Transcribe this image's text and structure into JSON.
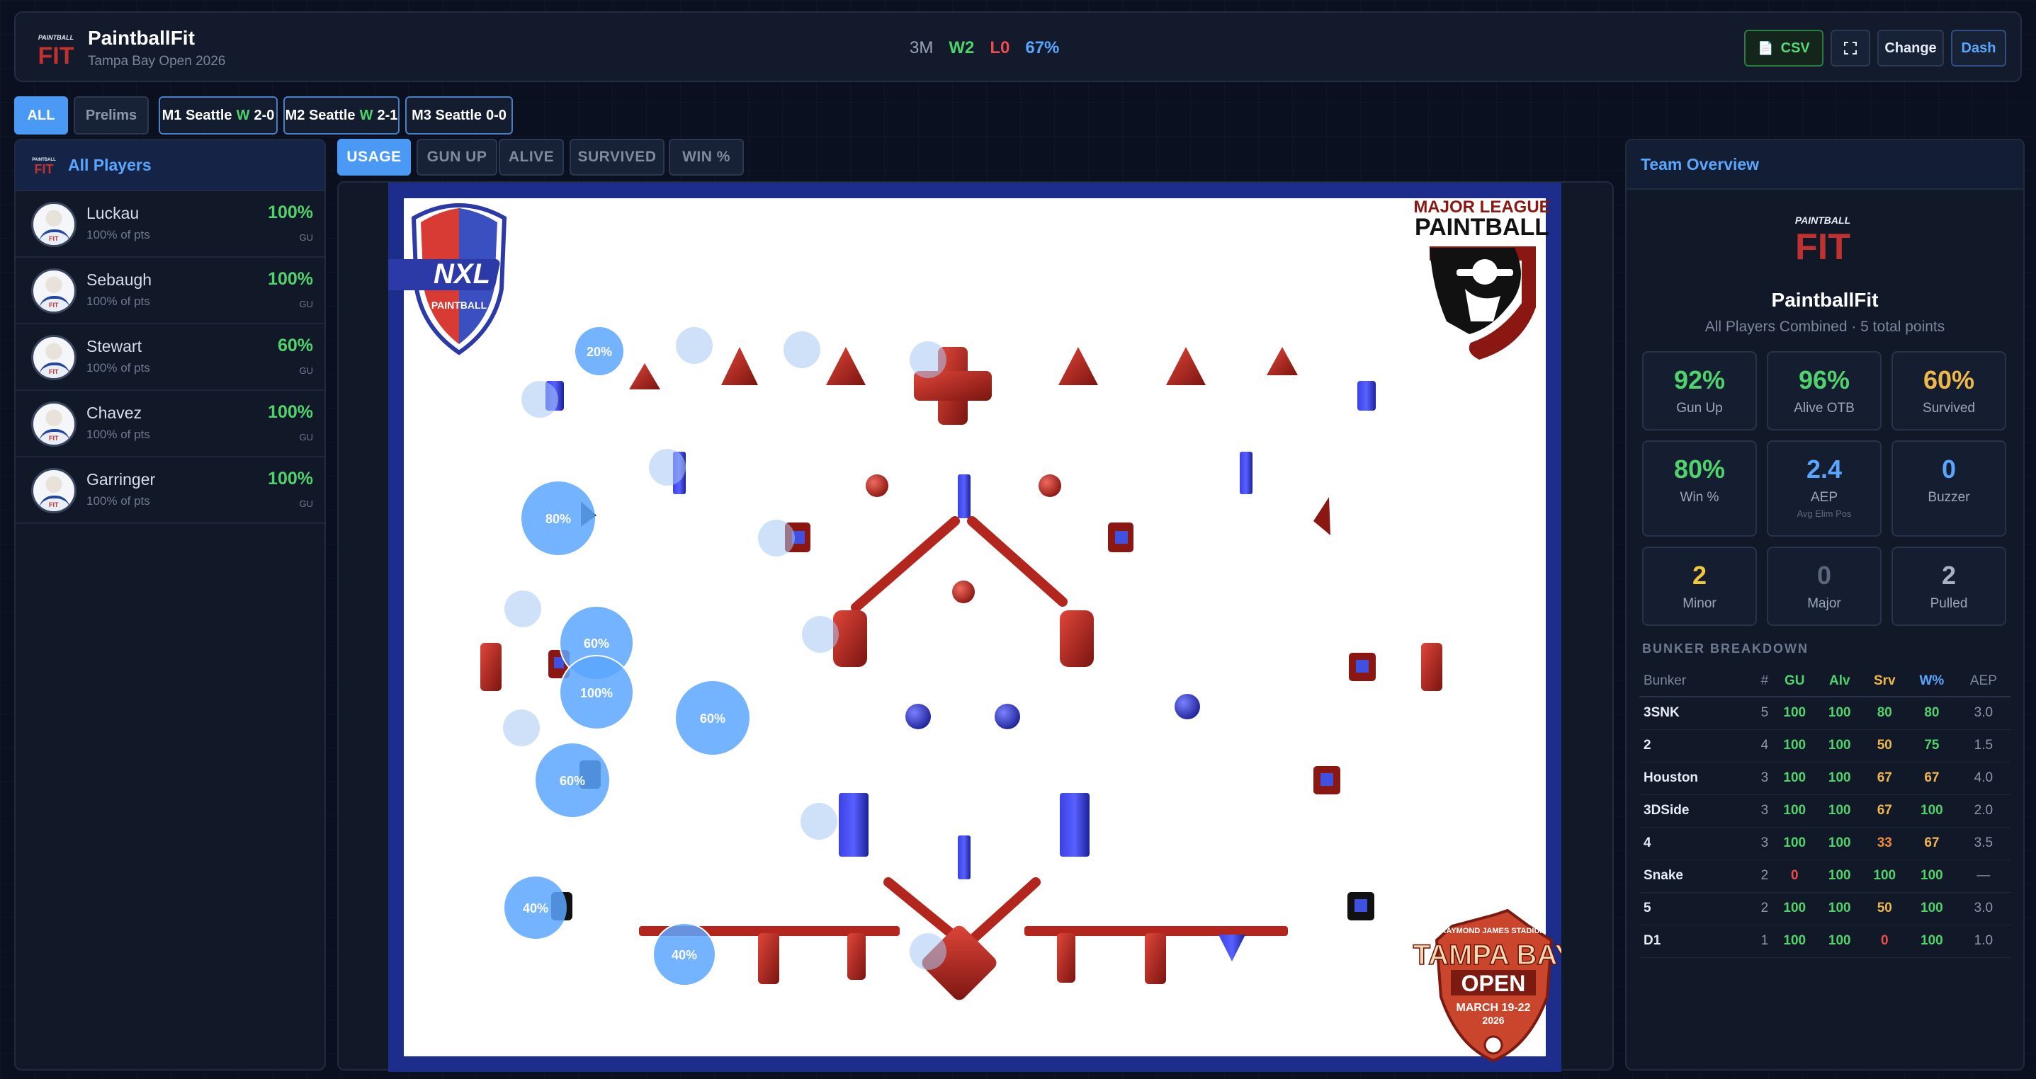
{
  "header": {
    "brand_title": "PaintballFit",
    "brand_subtitle": "Tampa Bay Open 2026",
    "record_matches": "3M",
    "record_wins": "W2",
    "record_losses": "L0",
    "record_win_pct": "67%",
    "csv_label": "CSV",
    "change_label": "Change",
    "dash_label": "Dash"
  },
  "filters": {
    "all_label": "ALL",
    "prelims_label": "Prelims",
    "matches": [
      {
        "prefix": "M1 Seattle",
        "result": "W",
        "score": "2-0"
      },
      {
        "prefix": "M2 Seattle",
        "result": "W",
        "score": "2-1"
      },
      {
        "prefix": "M3 Seattle",
        "result": "",
        "score": "0-0"
      }
    ]
  },
  "players_panel": {
    "title": "All Players",
    "players": [
      {
        "name": "Luckau",
        "sub": "100% of pts",
        "pct": "100%",
        "unit": "GU"
      },
      {
        "name": "Sebaugh",
        "sub": "100% of pts",
        "pct": "100%",
        "unit": "GU"
      },
      {
        "name": "Stewart",
        "sub": "100% of pts",
        "pct": "60%",
        "unit": "GU"
      },
      {
        "name": "Chavez",
        "sub": "100% of pts",
        "pct": "100%",
        "unit": "GU"
      },
      {
        "name": "Garringer",
        "sub": "100% of pts",
        "pct": "100%",
        "unit": "GU"
      }
    ]
  },
  "tabs": {
    "usage": "USAGE",
    "gun_up": "GUN UP",
    "alive": "ALIVE",
    "survived": "SURVIVED",
    "win_pct": "WIN %"
  },
  "field": {
    "logos": {
      "nxl": "NXL",
      "nxl_sub": "PAINTBALL",
      "mlp_line1": "MAJOR LEAGUE",
      "mlp_line2": "PAINTBALL",
      "tb_top": "RAYMOND JAMES STADIUM",
      "tb_main": "TAMPA BAY",
      "tb_open": "OPEN",
      "tb_dates": "MARCH 19-22",
      "tb_year": "2026"
    },
    "usage_labels": {
      "b20": "20%",
      "b80": "80%",
      "b60a": "60%",
      "b100": "100%",
      "b60b": "60%",
      "b60c": "60%",
      "b40a": "40%",
      "b40b": "40%"
    }
  },
  "team_panel": {
    "title": "Team Overview",
    "team_name": "PaintballFit",
    "team_sub": "All Players Combined · 5 total points",
    "stats": [
      {
        "value": "92%",
        "label": "Gun Up",
        "note": ""
      },
      {
        "value": "96%",
        "label": "Alive OTB",
        "note": ""
      },
      {
        "value": "60%",
        "label": "Survived",
        "note": ""
      },
      {
        "value": "80%",
        "label": "Win %",
        "note": ""
      },
      {
        "value": "2.4",
        "label": "AEP",
        "note": "Avg Elim Pos"
      },
      {
        "value": "0",
        "label": "Buzzer",
        "note": ""
      },
      {
        "value": "2",
        "label": "Minor",
        "note": ""
      },
      {
        "value": "0",
        "label": "Major",
        "note": ""
      },
      {
        "value": "2",
        "label": "Pulled",
        "note": ""
      }
    ],
    "breakdown_title": "BUNKER BREAKDOWN",
    "breakdown_headers": [
      "Bunker",
      "#",
      "GU",
      "Alv",
      "Srv",
      "W%",
      "AEP"
    ],
    "breakdown_rows": [
      [
        "3SNK",
        "5",
        "100",
        "100",
        "80",
        "80",
        "3.0"
      ],
      [
        "2",
        "4",
        "100",
        "100",
        "50",
        "75",
        "1.5"
      ],
      [
        "Houston",
        "3",
        "100",
        "100",
        "67",
        "67",
        "4.0"
      ],
      [
        "3DSide",
        "3",
        "100",
        "100",
        "67",
        "100",
        "2.0"
      ],
      [
        "4",
        "3",
        "100",
        "100",
        "33",
        "67",
        "3.5"
      ],
      [
        "Snake",
        "2",
        "0",
        "100",
        "100",
        "100",
        "—"
      ],
      [
        "5",
        "2",
        "100",
        "100",
        "50",
        "100",
        "3.0"
      ],
      [
        "D1",
        "1",
        "100",
        "100",
        "0",
        "100",
        "1.0"
      ]
    ]
  },
  "colors": {
    "accent": "#4a9af5",
    "win": "#4fd36a",
    "loss": "#ef4b4b",
    "bunker_red": "#b3261e",
    "bunker_blue": "#2f34c9",
    "field_border": "#1c2d8c"
  }
}
